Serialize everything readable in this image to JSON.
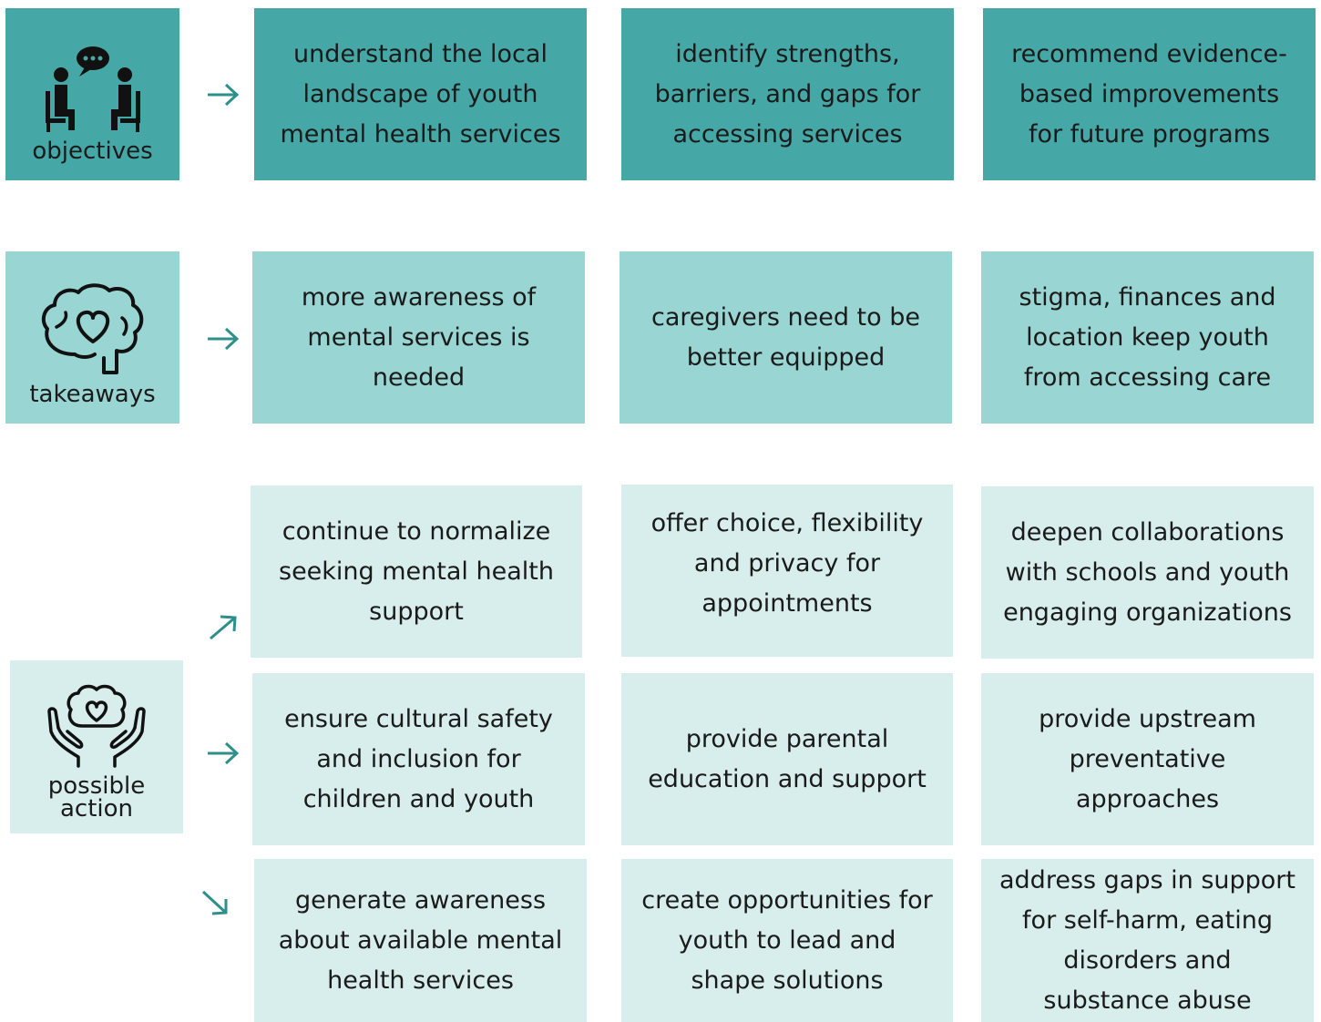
{
  "colors": {
    "objectives_fill": "#46a8a6",
    "takeaways_fill": "#99d6d3",
    "actions_fill": "#d7eeec",
    "arrow": "#2e8f8b"
  },
  "objectives": {
    "label": "objectives",
    "icon": "conversation-icon",
    "items": [
      "understand the local landscape of youth mental health services",
      "identify strengths, barriers, and gaps for accessing services",
      "recommend evidence-based improvements for future programs"
    ]
  },
  "takeaways": {
    "label": "takeaways",
    "icon": "brain-heart-icon",
    "items": [
      "more awareness of mental services is needed",
      "caregivers need to be better equipped",
      "stigma, finances and location keep youth from accessing care"
    ]
  },
  "possible_action": {
    "label_line1": "possible",
    "label_line2": "action",
    "icon": "hands-brain-icon",
    "rows": [
      [
        "continue to normalize seeking mental health support",
        "offer choice, flexibility and privacy for appointments",
        "deepen collaborations with schools and youth engaging organizations"
      ],
      [
        "ensure cultural safety and inclusion for children and youth",
        "provide parental education and support",
        "provide upstream preventative approaches"
      ],
      [
        "generate awareness about available mental health services",
        "create opportunities for youth to lead and shape solutions",
        "address gaps in support for self-harm, eating disorders and substance abuse"
      ]
    ]
  }
}
